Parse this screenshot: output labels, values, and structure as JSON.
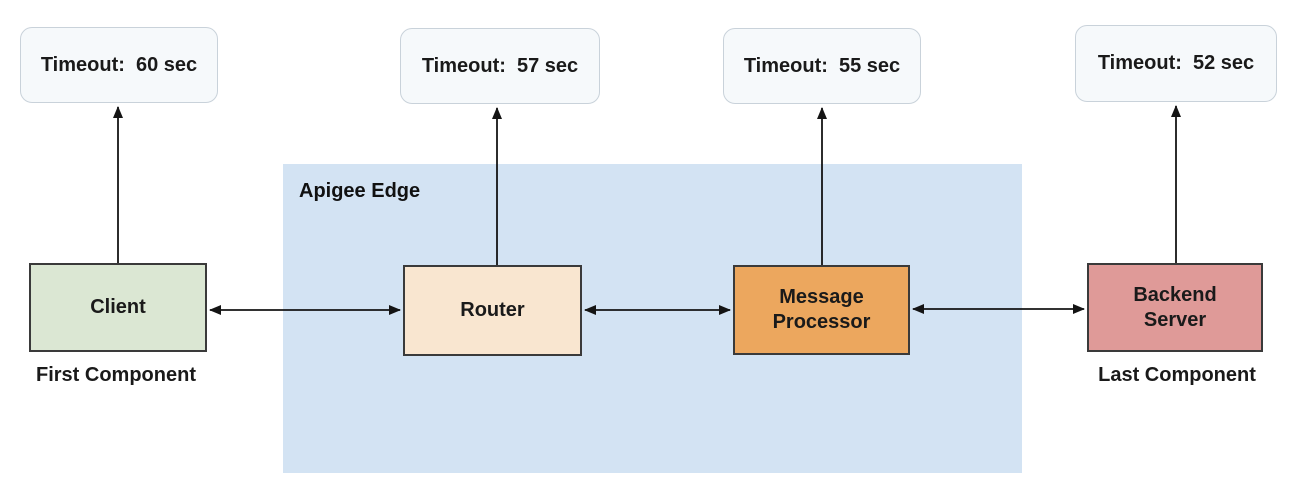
{
  "diagram": {
    "region": {
      "label": "Apigee Edge",
      "fill": "#d3e3f3"
    },
    "components": [
      {
        "name": "client",
        "label": "Client",
        "sublabel": "First Component",
        "timeout": "Timeout:  60 sec",
        "fill": "#dbe7d3"
      },
      {
        "name": "router",
        "label": "Router",
        "timeout": "Timeout:  57 sec",
        "fill": "#f9e6d0"
      },
      {
        "name": "message-processor",
        "label": "Message\nProcessor",
        "timeout": "Timeout:  55 sec",
        "fill": "#eca75e"
      },
      {
        "name": "backend-server",
        "label": "Backend\nServer",
        "sublabel": "Last Component",
        "timeout": "Timeout:  52 sec",
        "fill": "#df9a98"
      }
    ],
    "timeout_pill_style": {
      "fill": "#f6f9fb",
      "border": "#c9d2da"
    },
    "arrow_color": "#141414",
    "connections": [
      "client <-> router",
      "router <-> message-processor",
      "message-processor <-> backend-server",
      "client -> timeout 60 sec",
      "router -> timeout 57 sec",
      "message-processor -> timeout 55 sec",
      "backend-server -> timeout 52 sec"
    ]
  }
}
